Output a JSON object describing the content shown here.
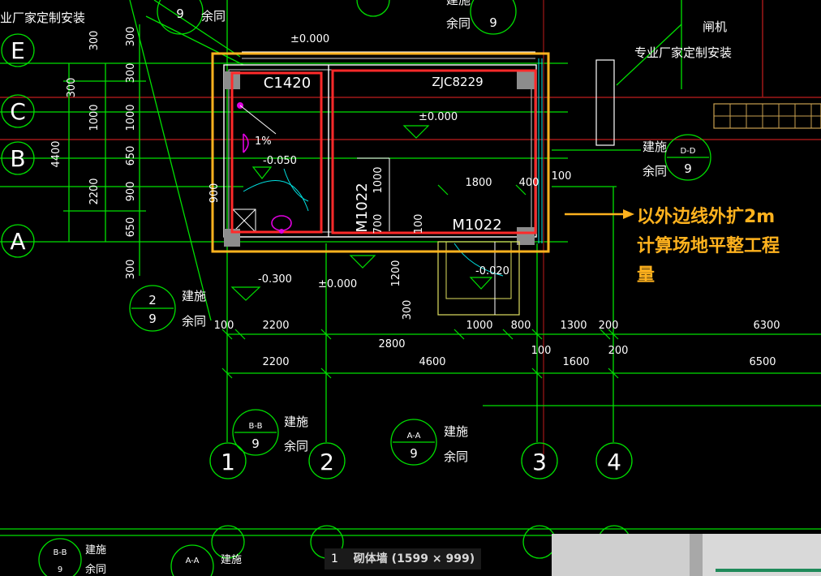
{
  "notes": {
    "topleft": "业厂家定制安装",
    "topright": "专业厂家定制安装",
    "gate": "闸机"
  },
  "axes": {
    "rows": [
      "E",
      "C",
      "B",
      "A"
    ],
    "cols": [
      "1",
      "2",
      "3",
      "4"
    ]
  },
  "rooms": {
    "c1420": "C1420",
    "zjc": "ZJC8229",
    "m1022a": "M1022",
    "m1022b": "M1022"
  },
  "elev": {
    "e1": "±0.000",
    "e2": "±0.000",
    "e3": "-0.050",
    "e4": "1%",
    "e5": "-0.300",
    "e6": "±0.000",
    "e7": "-0.020"
  },
  "dims": {
    "left": [
      "300",
      "300",
      "300",
      "1000",
      "650",
      "900",
      "650",
      "300",
      "4400",
      "2200",
      "300",
      "1000",
      "900"
    ],
    "inner": [
      "1800",
      "400",
      "100",
      "1000",
      "700",
      "100",
      "1200",
      "300"
    ],
    "row1": [
      "100",
      "2200",
      "2800",
      "1000",
      "800",
      "1300",
      "200",
      "6300"
    ],
    "row2": [
      "2200",
      "4600",
      "100",
      "1600",
      "200",
      "6500"
    ]
  },
  "details": {
    "jianshi": "建施",
    "yutong": "余同",
    "sheet": "9",
    "d2": "2",
    "bb": "B-B",
    "aa": "A-A",
    "dd": "D-D"
  },
  "annotation": {
    "line1": "以外边线外扩2m",
    "line2": "计算场地平整工程",
    "line3": "量"
  },
  "footer": {
    "index": "1",
    "label": "砌体墙 (1599 × 999)"
  },
  "colors": {
    "background": "#000000",
    "lines": "#00e000",
    "red_outline": "#ff2a2a",
    "orange_outline": "#ffb21e",
    "text": "#ffffff"
  }
}
